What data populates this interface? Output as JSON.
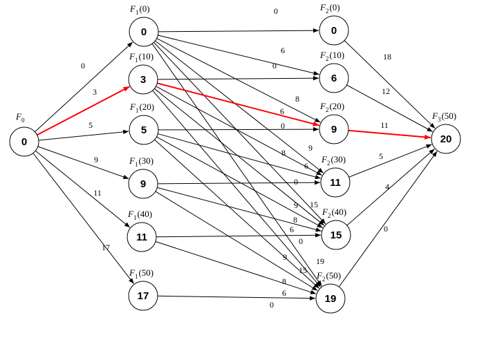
{
  "diagram": {
    "accent_color": "#ff0000",
    "edge_color": "#000000",
    "nodes": [
      {
        "id": "n0",
        "value": "0",
        "label_main": "F",
        "label_sub": "0",
        "label_arg": ""
      },
      {
        "id": "n1_0",
        "value": "0",
        "label_main": "F",
        "label_sub": "1",
        "label_arg": "(0)"
      },
      {
        "id": "n1_10",
        "value": "3",
        "label_main": "F",
        "label_sub": "1",
        "label_arg": "(10)"
      },
      {
        "id": "n1_20",
        "value": "5",
        "label_main": "F",
        "label_sub": "1",
        "label_arg": "(20)"
      },
      {
        "id": "n1_30",
        "value": "9",
        "label_main": "F",
        "label_sub": "1",
        "label_arg": "(30)"
      },
      {
        "id": "n1_40",
        "value": "11",
        "label_main": "F",
        "label_sub": "1",
        "label_arg": "(40)"
      },
      {
        "id": "n1_50",
        "value": "17",
        "label_main": "F",
        "label_sub": "1",
        "label_arg": "(50)"
      },
      {
        "id": "n2_0",
        "value": "0",
        "label_main": "F",
        "label_sub": "2",
        "label_arg": "(0)"
      },
      {
        "id": "n2_10",
        "value": "6",
        "label_main": "F",
        "label_sub": "2",
        "label_arg": "(10)"
      },
      {
        "id": "n2_20",
        "value": "9",
        "label_main": "F",
        "label_sub": "2",
        "label_arg": "(20)"
      },
      {
        "id": "n2_30",
        "value": "11",
        "label_main": "F",
        "label_sub": "2",
        "label_arg": "(30)"
      },
      {
        "id": "n2_40",
        "value": "15",
        "label_main": "F",
        "label_sub": "2",
        "label_arg": "(40)"
      },
      {
        "id": "n2_50",
        "value": "19",
        "label_main": "F",
        "label_sub": "2",
        "label_arg": "(50)"
      },
      {
        "id": "n3",
        "value": "20",
        "label_main": "F",
        "label_sub": "3",
        "label_arg": "(50)"
      }
    ],
    "edges": [
      {
        "from": "n0",
        "to": "n1_0",
        "label": "0",
        "highlight": false
      },
      {
        "from": "n0",
        "to": "n1_10",
        "label": "3",
        "highlight": true
      },
      {
        "from": "n0",
        "to": "n1_20",
        "label": "5",
        "highlight": false
      },
      {
        "from": "n0",
        "to": "n1_30",
        "label": "9",
        "highlight": false
      },
      {
        "from": "n0",
        "to": "n1_40",
        "label": "11",
        "highlight": false
      },
      {
        "from": "n0",
        "to": "n1_50",
        "label": "17",
        "highlight": false
      },
      {
        "from": "n1_0",
        "to": "n2_0",
        "label": "0",
        "highlight": false
      },
      {
        "from": "n1_0",
        "to": "n2_10",
        "label": "6",
        "highlight": false
      },
      {
        "from": "n1_0",
        "to": "n2_20",
        "label": "8",
        "highlight": false
      },
      {
        "from": "n1_0",
        "to": "n2_30",
        "label": "9",
        "highlight": false
      },
      {
        "from": "n1_0",
        "to": "n2_40",
        "label": "15",
        "highlight": false
      },
      {
        "from": "n1_0",
        "to": "n2_50",
        "label": "19",
        "highlight": false
      },
      {
        "from": "n1_10",
        "to": "n2_10",
        "label": "0",
        "highlight": false
      },
      {
        "from": "n1_10",
        "to": "n2_20",
        "label": "6",
        "highlight": true
      },
      {
        "from": "n1_10",
        "to": "n2_30",
        "label": "8",
        "highlight": false
      },
      {
        "from": "n1_10",
        "to": "n2_40",
        "label": "9",
        "highlight": false
      },
      {
        "from": "n1_10",
        "to": "n2_50",
        "label": "15",
        "highlight": false
      },
      {
        "from": "n1_20",
        "to": "n2_20",
        "label": "0",
        "highlight": false
      },
      {
        "from": "n1_20",
        "to": "n2_30",
        "label": "6",
        "highlight": false
      },
      {
        "from": "n1_20",
        "to": "n2_40",
        "label": "8",
        "highlight": false
      },
      {
        "from": "n1_20",
        "to": "n2_50",
        "label": "9",
        "highlight": false
      },
      {
        "from": "n1_30",
        "to": "n2_30",
        "label": "0",
        "highlight": false
      },
      {
        "from": "n1_30",
        "to": "n2_40",
        "label": "6",
        "highlight": false
      },
      {
        "from": "n1_30",
        "to": "n2_50",
        "label": "8",
        "highlight": false
      },
      {
        "from": "n1_40",
        "to": "n2_40",
        "label": "0",
        "highlight": false
      },
      {
        "from": "n1_40",
        "to": "n2_50",
        "label": "6",
        "highlight": false
      },
      {
        "from": "n1_50",
        "to": "n2_50",
        "label": "0",
        "highlight": false
      },
      {
        "from": "n2_0",
        "to": "n3",
        "label": "18",
        "highlight": false
      },
      {
        "from": "n2_10",
        "to": "n3",
        "label": "12",
        "highlight": false
      },
      {
        "from": "n2_20",
        "to": "n3",
        "label": "11",
        "highlight": true
      },
      {
        "from": "n2_30",
        "to": "n3",
        "label": "5",
        "highlight": false
      },
      {
        "from": "n2_40",
        "to": "n3",
        "label": "4",
        "highlight": false
      },
      {
        "from": "n2_50",
        "to": "n3",
        "label": "0",
        "highlight": false
      }
    ]
  }
}
